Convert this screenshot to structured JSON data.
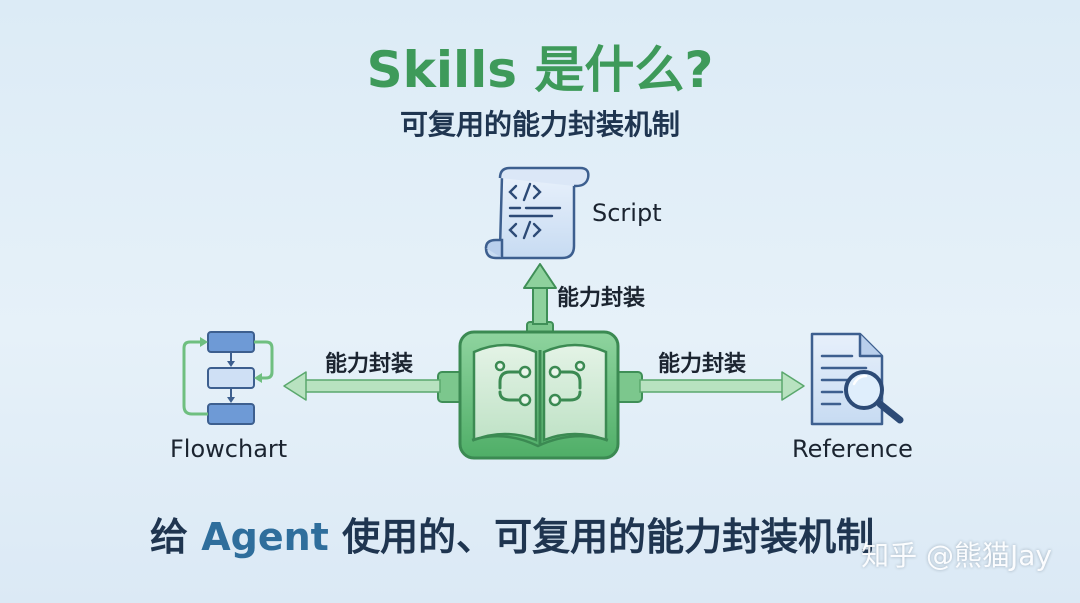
{
  "title": "Skills 是什么?",
  "subtitle": "可复用的能力封装机制",
  "nodes": {
    "center": {
      "icon": "book-circuit-icon"
    },
    "top": {
      "label": "Script",
      "icon": "code-scroll-icon"
    },
    "left": {
      "label": "Flowchart",
      "icon": "flowchart-icon"
    },
    "right": {
      "label": "Reference",
      "icon": "document-magnifier-icon"
    }
  },
  "edges": {
    "top": "能力封装",
    "left": "能力封装",
    "right": "能力封装"
  },
  "bottom": {
    "prefix": "给",
    "agent": "Agent",
    "suffix": "使用的、可复用的能力封装机制"
  },
  "watermark": "知乎 @熊猫Jay",
  "colors": {
    "green": "#5cb872",
    "green_dark": "#3f8f57",
    "blue": "#5a87c4",
    "blue_light": "#cfe0f5",
    "title": "#3e9a5a",
    "text": "#1f3550"
  }
}
